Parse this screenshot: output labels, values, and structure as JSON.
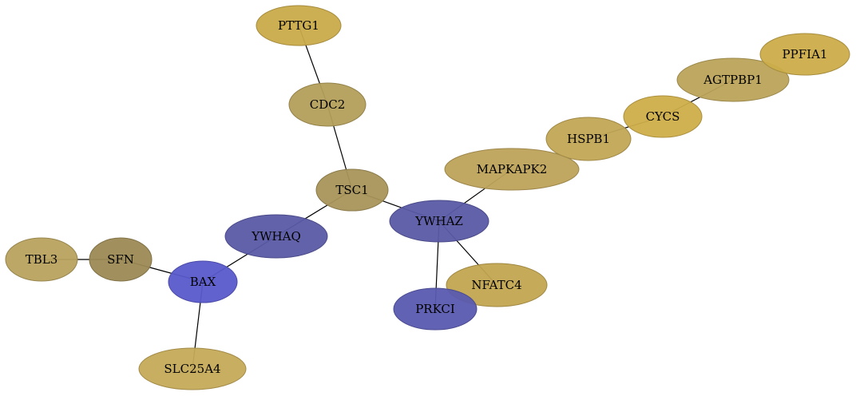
{
  "nodes": [
    {
      "id": "PTTG1",
      "label": "PTTG1",
      "color": "#c9aa4a"
    },
    {
      "id": "CDC2",
      "label": "CDC2",
      "color": "#b39e5a"
    },
    {
      "id": "TSC1",
      "label": "TSC1",
      "color": "#a8955a"
    },
    {
      "id": "YWHAQ",
      "label": "YWHAQ",
      "color": "#5a5aa6"
    },
    {
      "id": "YWHAZ",
      "label": "YWHAZ",
      "color": "#5a5aa6"
    },
    {
      "id": "MAPKAPK2",
      "label": "MAPKAPK2",
      "color": "#bea35a"
    },
    {
      "id": "HSPB1",
      "label": "HSPB1",
      "color": "#c2a655"
    },
    {
      "id": "CYCS",
      "label": "CYCS",
      "color": "#cfae4a"
    },
    {
      "id": "AGTPBP1",
      "label": "AGTPBP1",
      "color": "#bba35a"
    },
    {
      "id": "PPFIA1",
      "label": "PPFIA1",
      "color": "#ccad4a"
    },
    {
      "id": "NFATC4",
      "label": "NFATC4",
      "color": "#c2a550"
    },
    {
      "id": "PRKCI",
      "label": "PRKCI",
      "color": "#5a5ab0"
    },
    {
      "id": "BAX",
      "label": "BAX",
      "color": "#5a5acc"
    },
    {
      "id": "SFN",
      "label": "SFN",
      "color": "#9c8a55"
    },
    {
      "id": "TBL3",
      "label": "TBL3",
      "color": "#b8a25e"
    },
    {
      "id": "SLC25A4",
      "label": "SLC25A4",
      "color": "#c5aa58"
    }
  ],
  "edges": [
    [
      "PTTG1",
      "CDC2"
    ],
    [
      "CDC2",
      "TSC1"
    ],
    [
      "TSC1",
      "YWHAQ"
    ],
    [
      "TSC1",
      "YWHAZ"
    ],
    [
      "YWHAZ",
      "MAPKAPK2"
    ],
    [
      "YWHAZ",
      "NFATC4"
    ],
    [
      "YWHAZ",
      "PRKCI"
    ],
    [
      "HSPB1",
      "CYCS"
    ],
    [
      "CYCS",
      "AGTPBP1"
    ],
    [
      "YWHAQ",
      "BAX"
    ],
    [
      "BAX",
      "SFN"
    ],
    [
      "SFN",
      "TBL3"
    ],
    [
      "BAX",
      "SLC25A4"
    ]
  ]
}
